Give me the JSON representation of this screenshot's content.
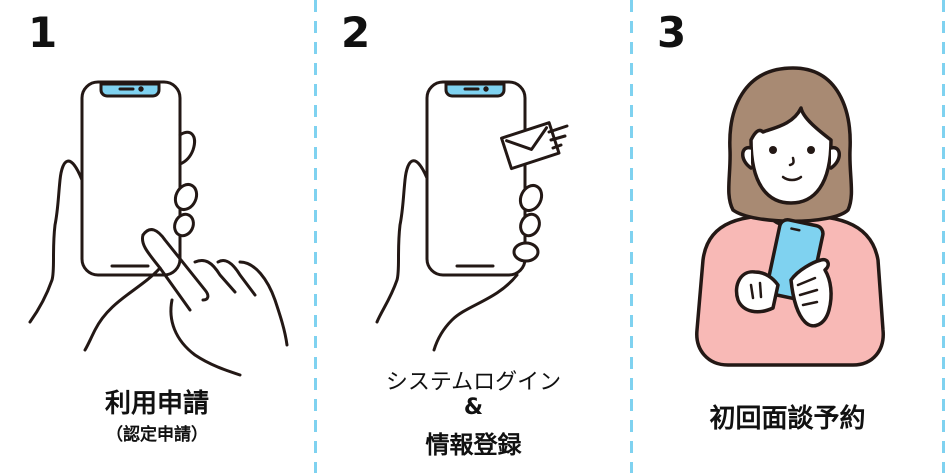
{
  "colors": {
    "divider": "#7fd2f0",
    "line": "#231815",
    "screen_notch": "#7fd2f0",
    "hair": "#a88a73",
    "sweater": "#f8b9b6",
    "phone": "#7fd2f0"
  },
  "steps": [
    {
      "number": "1",
      "title": "利用申請",
      "subtitle": "（認定申請）",
      "illustration": "hand-tapping-smartphone"
    },
    {
      "number": "2",
      "title_line1": "システムログイン",
      "title_line2": "&",
      "title_line3": "情報登録",
      "illustration": "smartphone-with-email"
    },
    {
      "number": "3",
      "title": "初回面談予約",
      "illustration": "woman-using-smartphone"
    }
  ]
}
